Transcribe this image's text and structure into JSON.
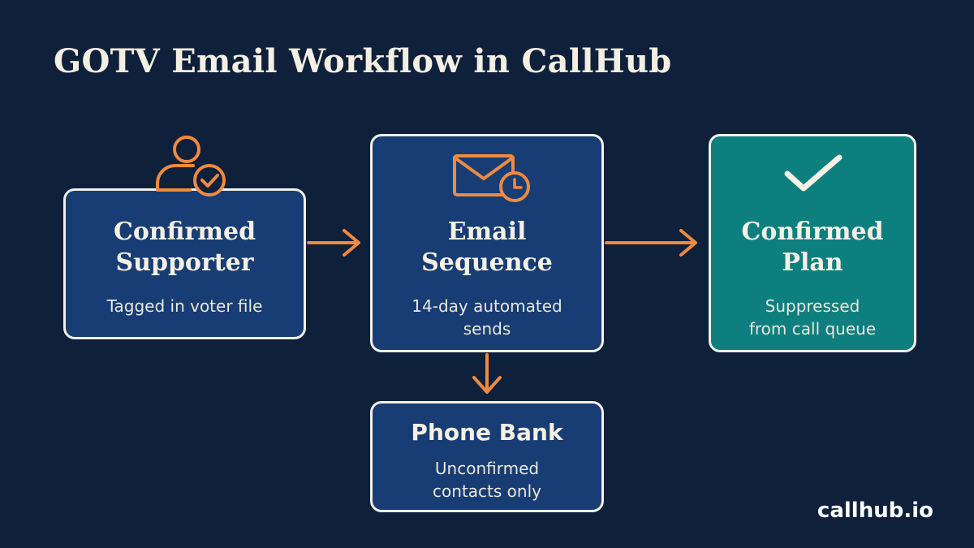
{
  "title": "GOTV Email Workflow in CallHub",
  "nodes": {
    "supporter": {
      "title": "Confirmed\nSupporter",
      "subtitle": "Tagged in voter file",
      "icon": "user-check-icon"
    },
    "email": {
      "title": "Email\nSequence",
      "subtitle": "14-day automated\nsends",
      "icon": "email-clock-icon"
    },
    "plan": {
      "title": "Confirmed\nPlan",
      "subtitle": "Suppressed\nfrom call queue",
      "icon": "checkmark-icon"
    },
    "phone": {
      "title": "Phone Bank",
      "subtitle": "Unconfirmed\ncontacts only"
    }
  },
  "edges": [
    {
      "from": "supporter",
      "to": "email"
    },
    {
      "from": "email",
      "to": "plan"
    },
    {
      "from": "email",
      "to": "phone"
    }
  ],
  "brand": "callhub.io",
  "colors": {
    "background": "#0f203b",
    "box_blue": "#173d74",
    "box_teal": "#0d7f7f",
    "accent_orange": "#f08a3e",
    "border": "#f3f0e6"
  }
}
